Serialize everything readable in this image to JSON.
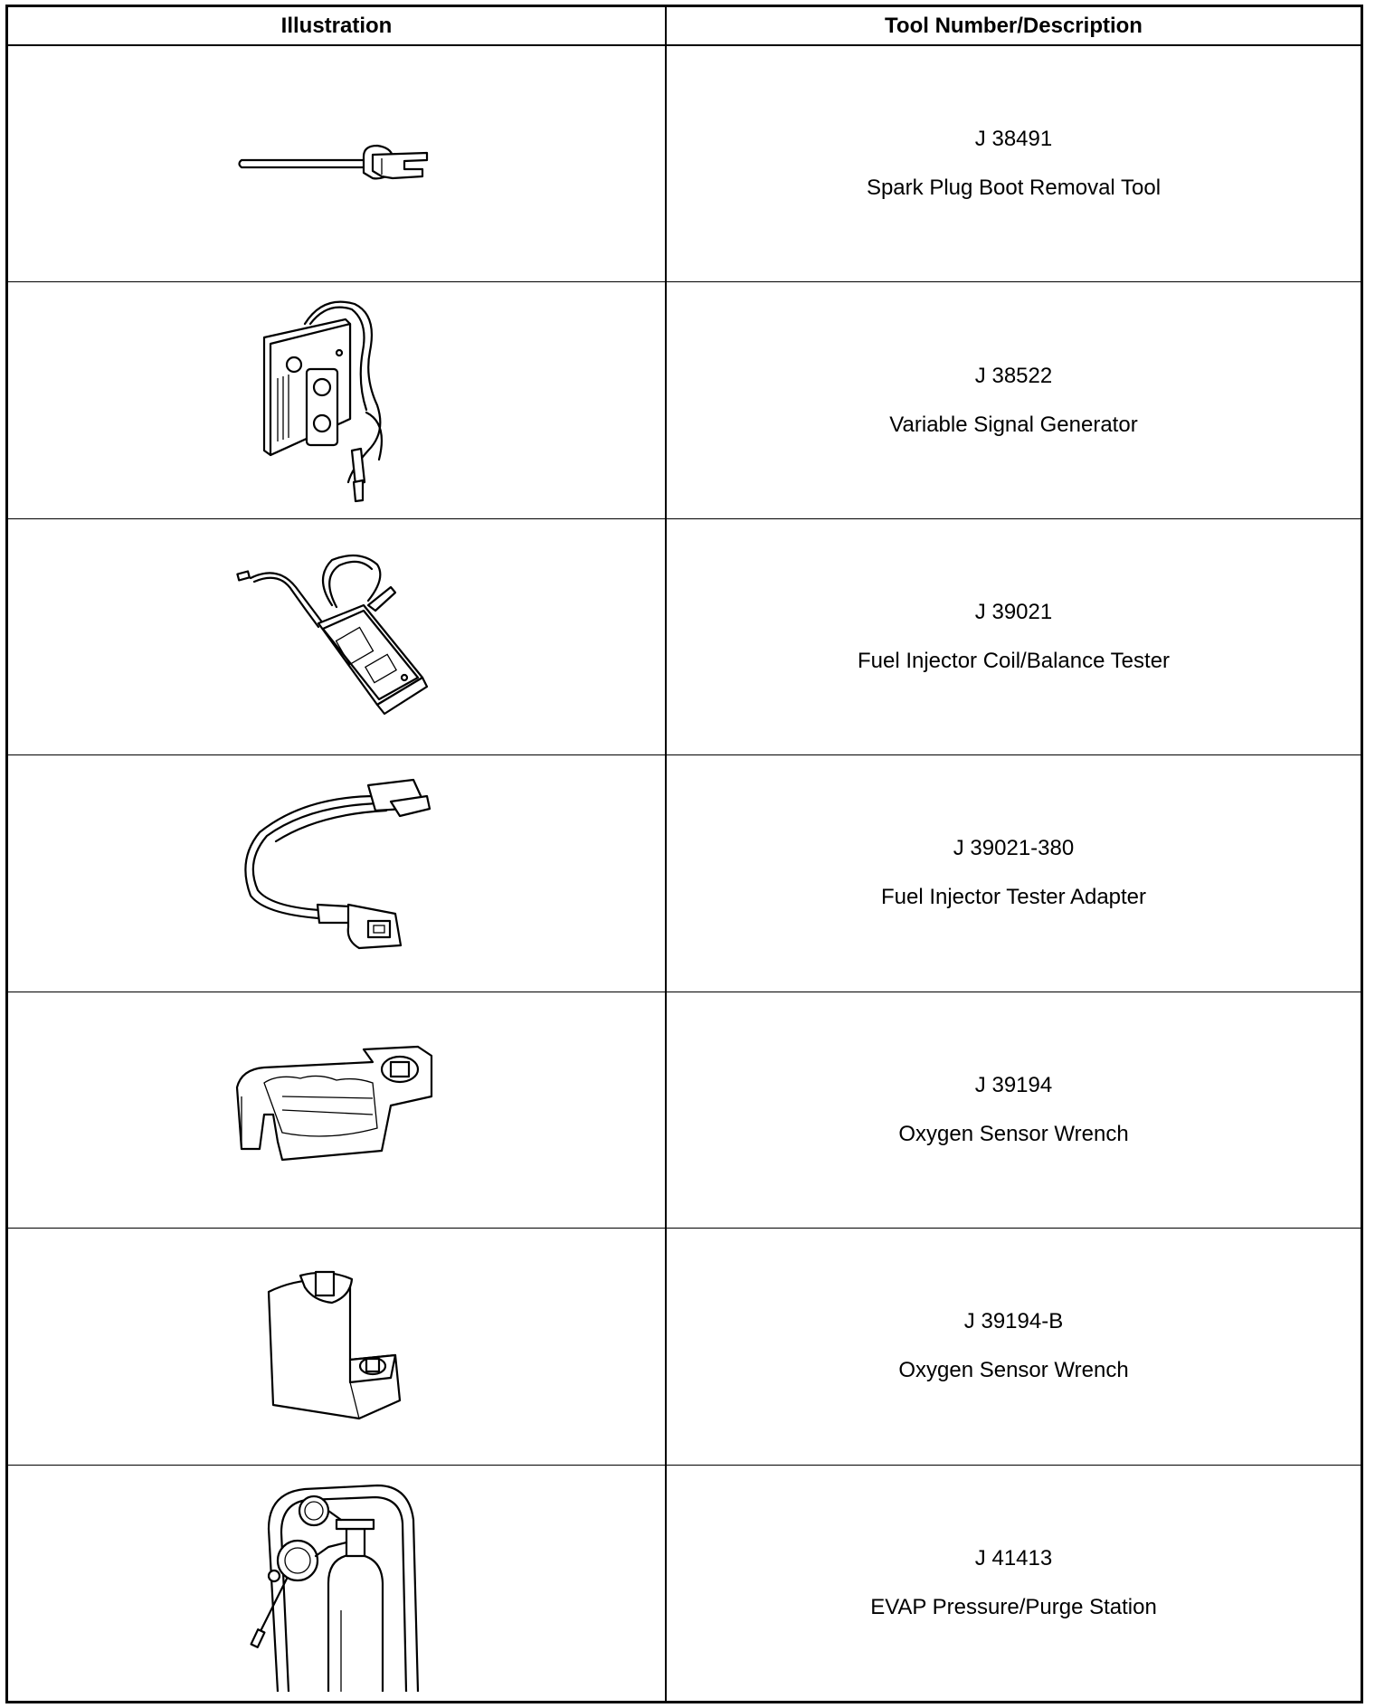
{
  "table": {
    "headers": {
      "illustration": "Illustration",
      "description": "Tool Number/Description"
    },
    "rows": [
      {
        "number": "J 38491",
        "description": "Spark Plug Boot Removal Tool",
        "icon": "spark-plug-boot-removal-tool-icon"
      },
      {
        "number": "J 38522",
        "description": "Variable Signal Generator",
        "icon": "signal-generator-icon"
      },
      {
        "number": "J 39021",
        "description": "Fuel Injector Coil/Balance Tester",
        "icon": "injector-tester-icon"
      },
      {
        "number": "J 39021-380",
        "description": "Fuel Injector Tester Adapter",
        "icon": "tester-adapter-cable-icon"
      },
      {
        "number": "J 39194",
        "description": "Oxygen Sensor Wrench",
        "icon": "crowfoot-wrench-icon"
      },
      {
        "number": "J 39194-B",
        "description": "Oxygen Sensor Wrench",
        "icon": "socket-wrench-icon"
      },
      {
        "number": "J 41413",
        "description": "EVAP Pressure/Purge Station",
        "icon": "evap-station-icon"
      }
    ]
  }
}
